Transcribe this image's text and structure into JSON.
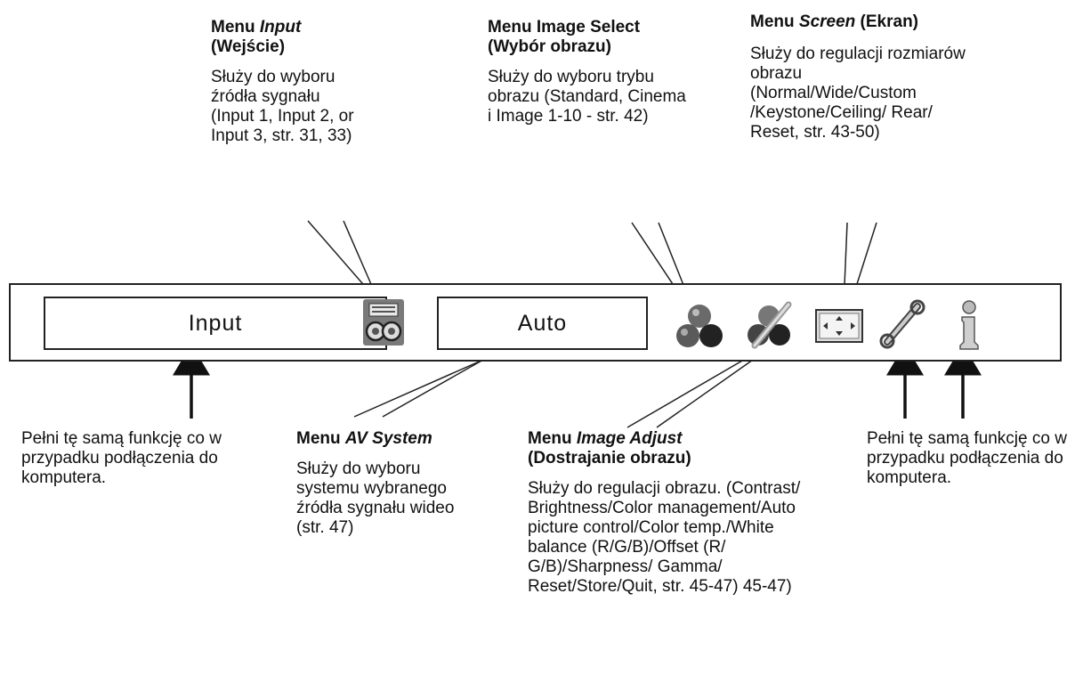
{
  "menubar": {
    "input_field": "Input",
    "av_system_field": "Auto",
    "icons": [
      "input-icon",
      "image-select-icon",
      "image-adjust-icon",
      "screen-icon",
      "setting-icon",
      "information-icon"
    ]
  },
  "callouts": {
    "input": {
      "head_prefix": "Menu ",
      "head_italic": "Input",
      "head_suffix": "(Wejście)",
      "body": "Służy do wyboru źródła sygnału (Input 1, Input 2, or Input 3, str. 31, 33)"
    },
    "image_select": {
      "head_line1": "Menu Image Select",
      "head_line2": "(Wybór obrazu)",
      "body": "Służy do wyboru trybu obrazu (Standard, Cinema i Image 1-10 - str. 42)"
    },
    "screen": {
      "head_prefix": "Menu ",
      "head_italic": "Screen",
      "head_suffix": " (Ekran)",
      "body": "Służy do regulacji rozmiarów obrazu (Normal/Wide/Custom /Keystone/Ceiling/ Rear/ Reset, str. 43-50)"
    },
    "av_system": {
      "head_prefix": "Menu ",
      "head_italic": "AV System",
      "body": "Służy do wyboru systemu wybranego źródła sygnału wideo (str. 47)"
    },
    "image_adjust": {
      "head_prefix": "Menu ",
      "head_italic": "Image Adjust",
      "head_line2": "(Dostrajanie obrazu)",
      "body": "Służy do regulacji obrazu. (Contrast/ Brightness/Color management/Auto picture control/Color temp./White balance (R/G/B)/Offset (R/ G/B)/Sharpness/ Gamma/ Reset/Store/Quit, str. 45-47) 45-47)"
    },
    "left_note": "Pełni tę samą funkcję co w przypadku podłączenia do komputera.",
    "right_note": "Pełni tę samą funkcję co w przypadku podłączenia do komputera."
  }
}
